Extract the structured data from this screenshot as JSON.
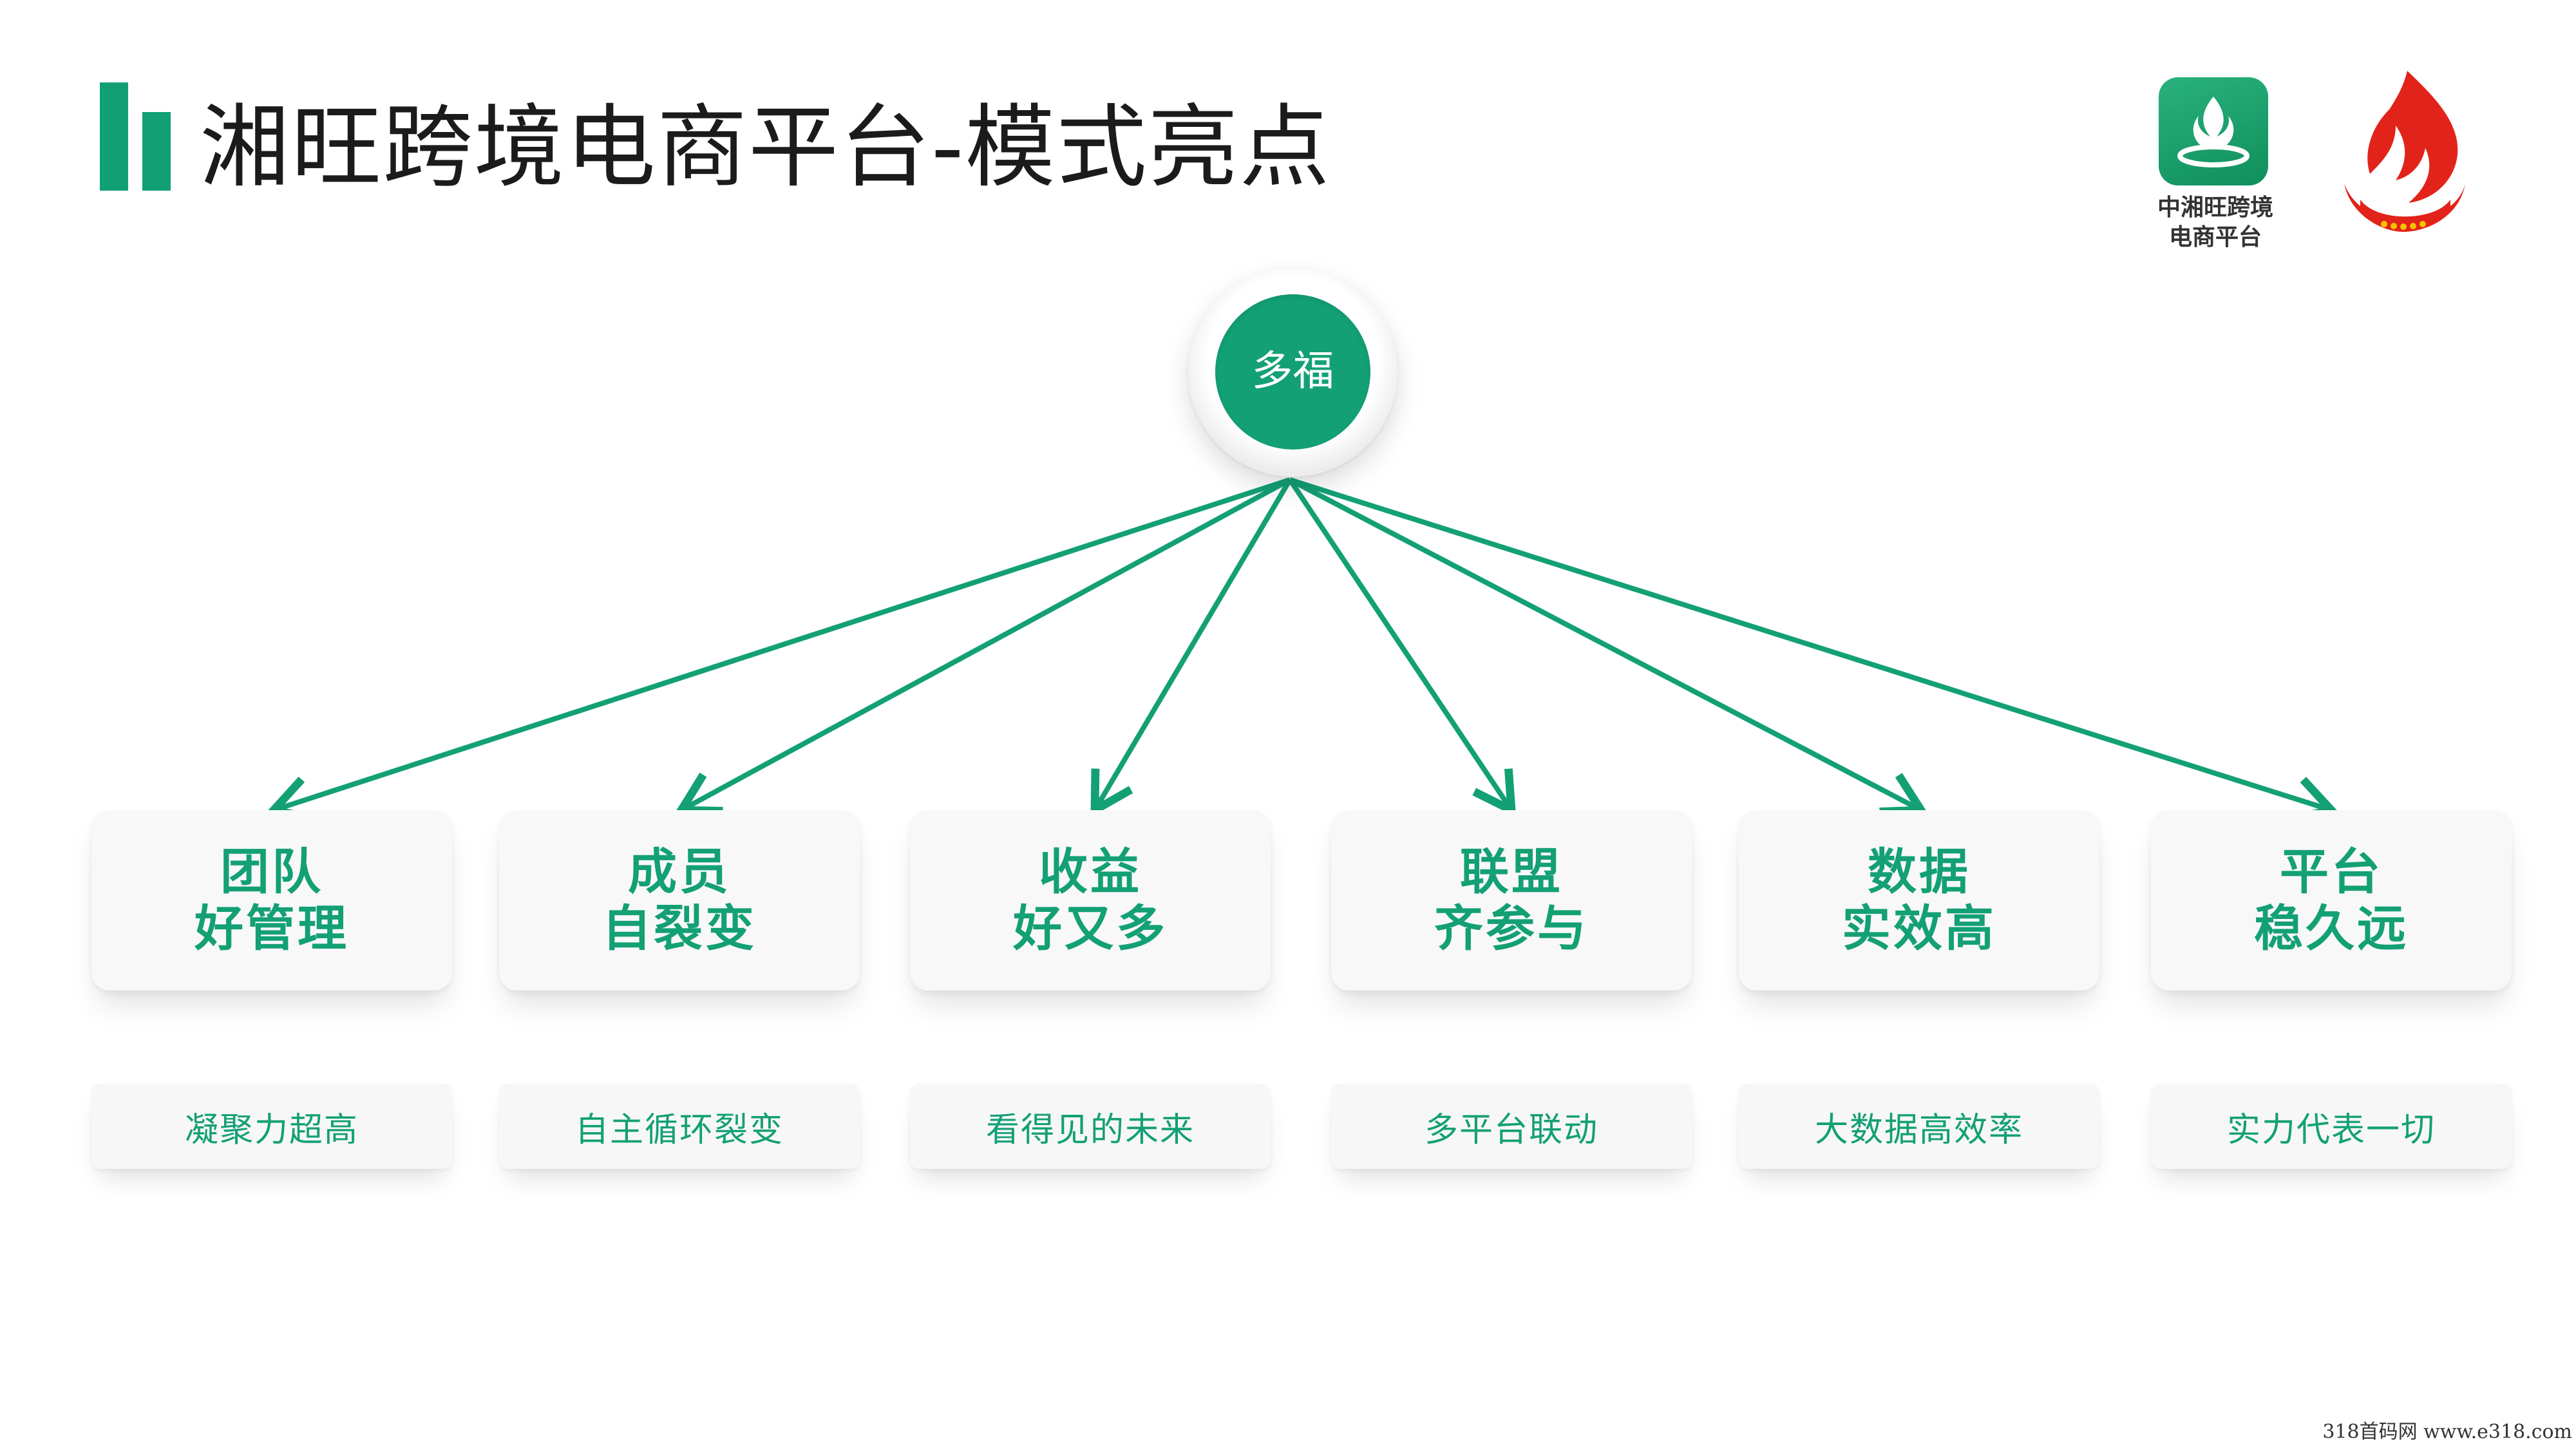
{
  "header": {
    "title": "湘旺跨境电商平台-模式亮点",
    "brand_text_line1": "中湘旺跨境",
    "brand_text_line2": "电商平台"
  },
  "center": {
    "label": "多福"
  },
  "items": [
    {
      "line1": "团队",
      "line2": "好管理",
      "sub": "凝聚力超高"
    },
    {
      "line1": "成员",
      "line2": "自裂变",
      "sub": "自主循环裂变"
    },
    {
      "line1": "收益",
      "line2": "好又多",
      "sub": "看得见的未来"
    },
    {
      "line1": "联盟",
      "line2": "齐参与",
      "sub": "多平台联动"
    },
    {
      "line1": "数据",
      "line2": "实效高",
      "sub": "大数据高效率"
    },
    {
      "line1": "平台",
      "line2": "稳久远",
      "sub": "实力代表一切"
    }
  ],
  "footer": {
    "watermark": "318首码网  www.e318.com"
  },
  "colors": {
    "accent": "#13a074",
    "title_text": "#1b1b1b",
    "emblem_red": "#e2231a"
  }
}
